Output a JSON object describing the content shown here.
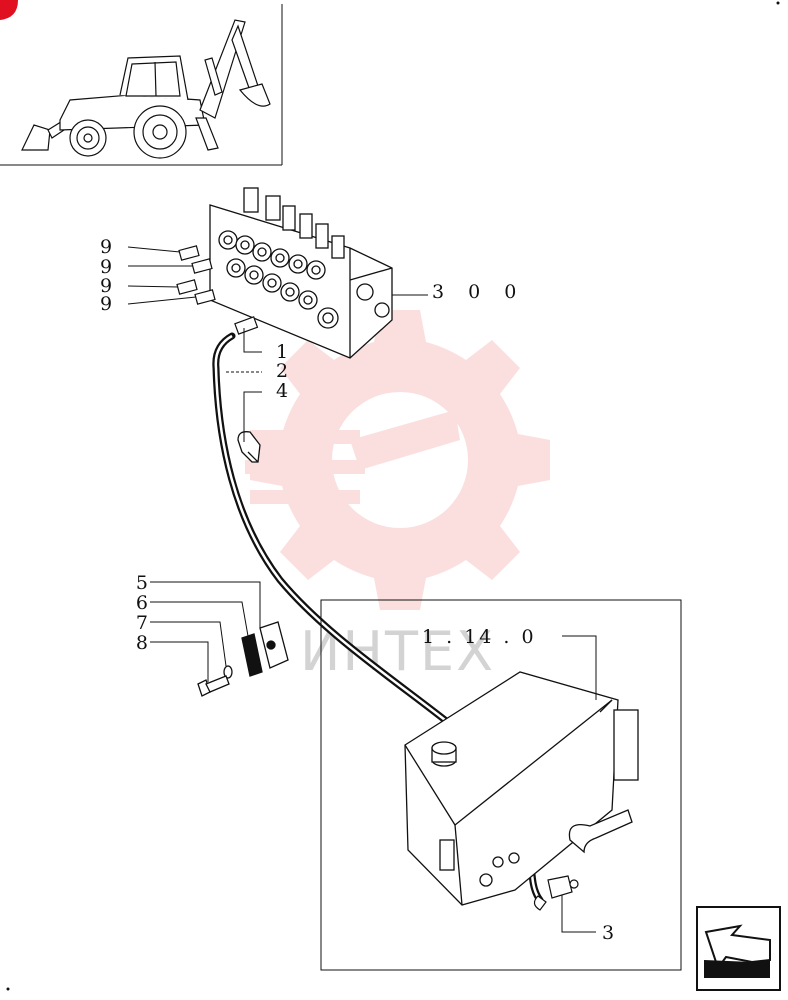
{
  "watermark": {
    "text": "ИНТЕХ",
    "color": "#f07070"
  },
  "callouts": {
    "c300": "3 0 0",
    "c1": "1",
    "c2": "2",
    "c3": "3",
    "c4": "4",
    "c5": "5",
    "c6": "6",
    "c7": "7",
    "c8": "8",
    "c9a": "9",
    "c9b": "9",
    "c9c": "9",
    "c9d": "9"
  },
  "reference": {
    "label": "1 . 14 . 0"
  },
  "icons": {
    "thumbnail": "backhoe-loader-icon",
    "nav": "next-page-arrow-icon",
    "corner": "red-corner-mark-icon"
  }
}
